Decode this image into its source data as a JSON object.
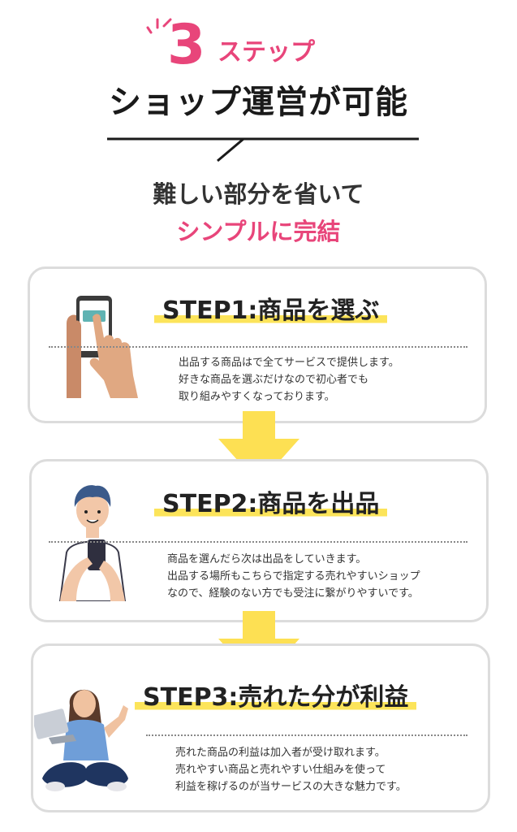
{
  "header": {
    "hero_number": "3",
    "hero_word": "ステップ",
    "title": "ショップ運営が可能",
    "lead_line1": "難しい部分を省いて",
    "lead_line2": "シンプルに完結"
  },
  "steps": [
    {
      "title": "STEP1:商品を選ぶ",
      "lines": [
        "出品する商品はで全てサービスで提供します。",
        "好きな商品を選ぶだけなので初心者でも",
        "取り組みやすくなっております。"
      ],
      "illustration": "hand-tapping-phone-icon"
    },
    {
      "title": "STEP2:商品を出品",
      "lines": [
        "商品を選んだら次は出品をしていきます。",
        "出品する場所もこちらで指定する売れやすいショップ",
        "なので、経験のない方でも受注に繋がりやすいです。"
      ],
      "illustration": "man-holding-phone-icon"
    },
    {
      "title": "STEP3:売れた分が利益",
      "lines": [
        "売れた商品の利益は加入者が受け取れます。",
        "売れやすい商品と売れやすい仕組みを使って",
        "利益を稼げるのが当サービスの大きな魅力です。"
      ],
      "illustration": "woman-with-laptop-thumbs-up-icon"
    }
  ],
  "colors": {
    "accent_pink": "#e8457a",
    "highlight_yellow": "#fce45a",
    "arrow_yellow": "#fde053",
    "card_border": "#dcdcdc"
  }
}
